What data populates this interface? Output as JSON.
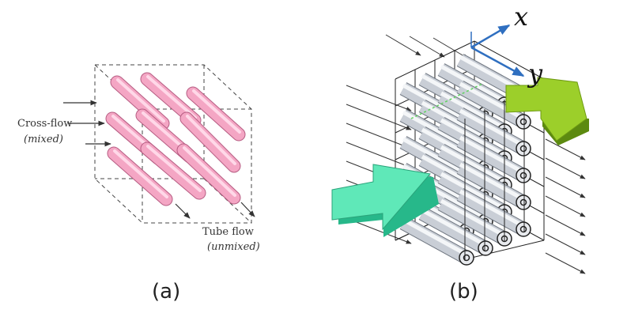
{
  "panel_a": {
    "cross_flow_label": "Cross-flow",
    "cross_flow_sub": "(mixed)",
    "tube_flow_label": "Tube flow",
    "tube_flow_sub": "(unmixed)",
    "caption": "(a)",
    "tube_color": "#f4a6c4"
  },
  "panel_b": {
    "axis_x_label": "x",
    "axis_y_label": "y",
    "caption": "(b)",
    "axis_color": "#2f6fc0",
    "inflow_arrow_color": "#3fe0a8",
    "outflow_arrow_color": "#8fbf1a",
    "tube_color": "#c9ced6"
  }
}
